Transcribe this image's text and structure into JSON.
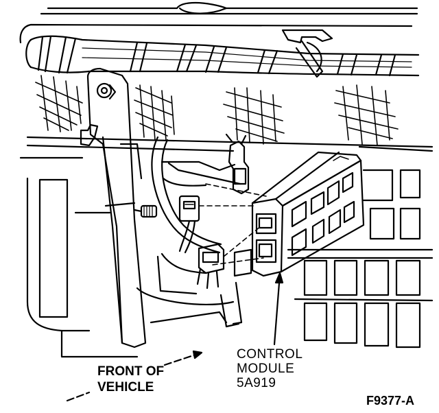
{
  "labels": {
    "front_of_vehicle": [
      "FRONT OF",
      "VEHICLE"
    ],
    "control_module": [
      "CONTROL",
      "MODULE",
      "5A919"
    ],
    "figure_code": "F9377-A"
  },
  "colors": {
    "ink": "#000000",
    "paper": "#ffffff"
  }
}
